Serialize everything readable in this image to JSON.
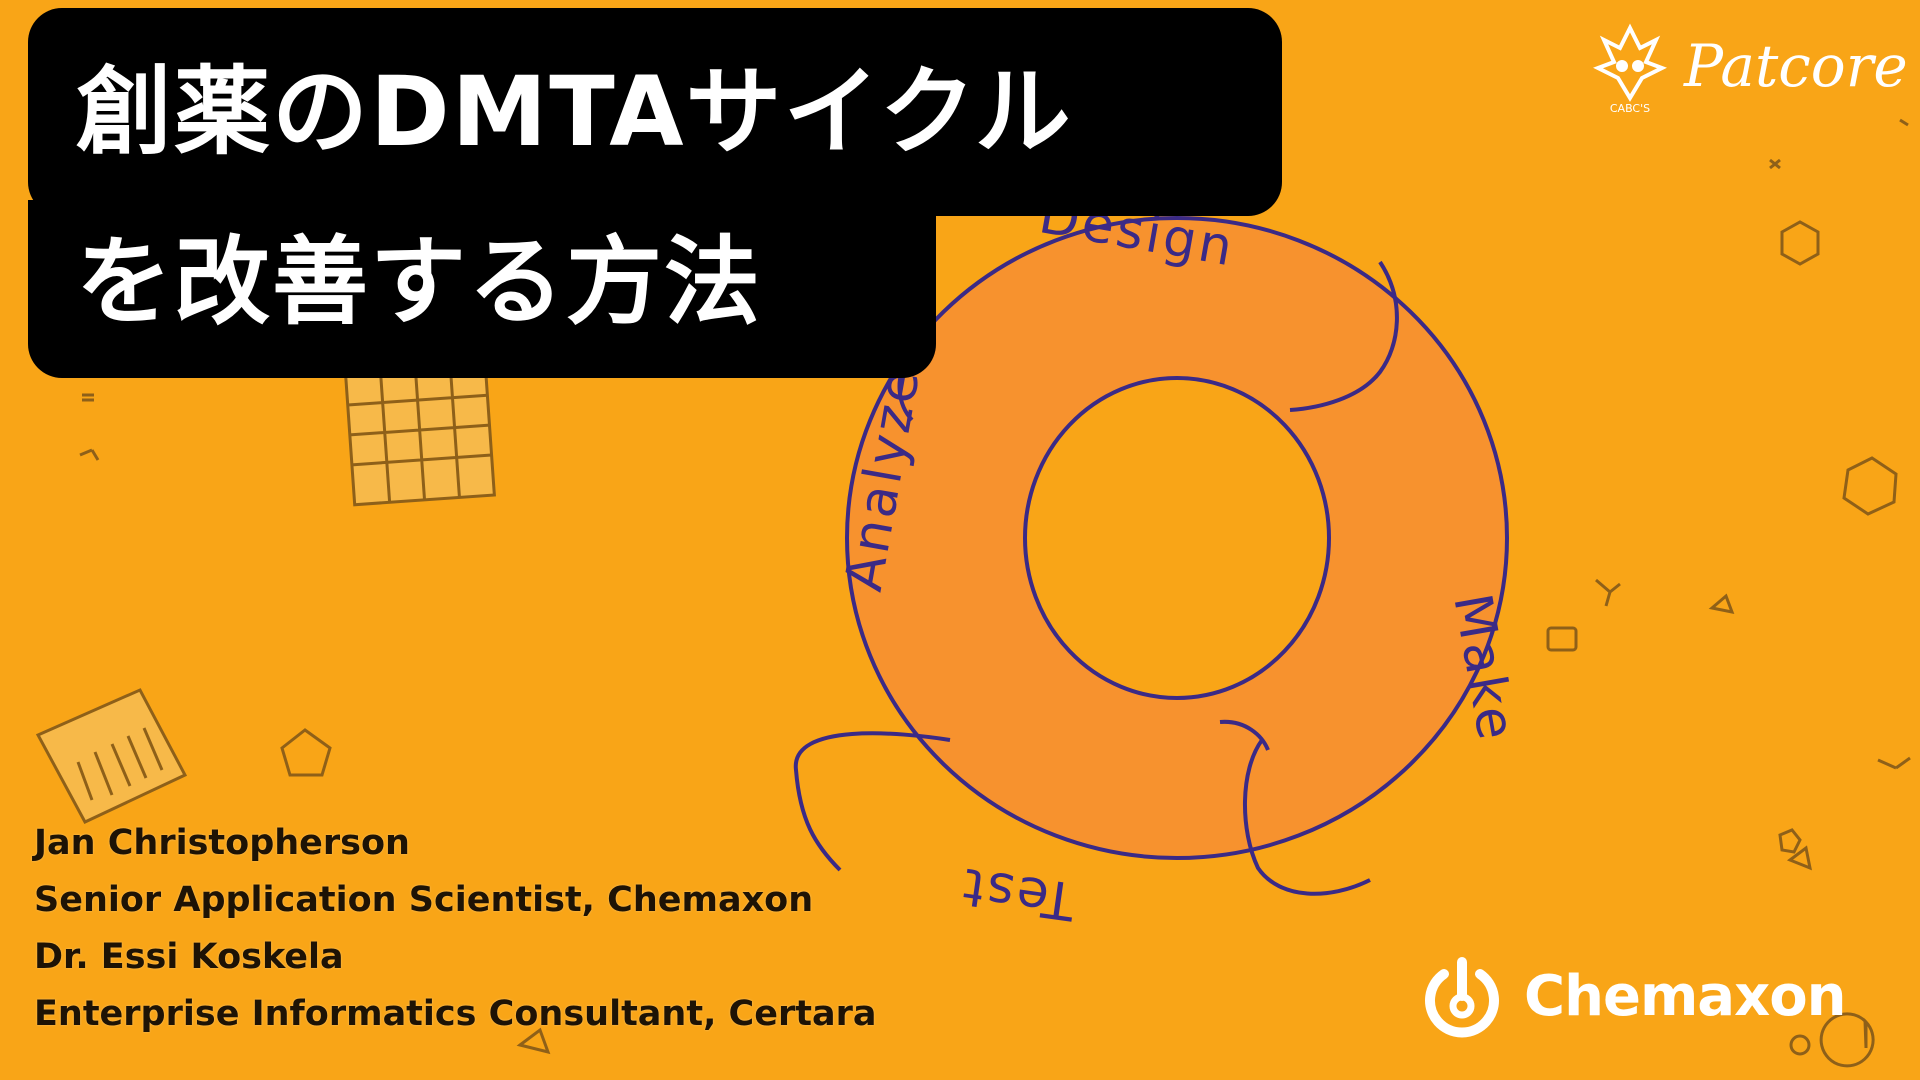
{
  "title": {
    "line1": "創薬のDMTAサイクル",
    "line2": "を改善する方法"
  },
  "cycle": {
    "stages": [
      "Design",
      "Make",
      "Test",
      "Analyze"
    ]
  },
  "speakers": [
    {
      "name": "Jan Christopherson",
      "role": "Senior Application Scientist, Chemaxon"
    },
    {
      "name": "Dr. Essi Koskela",
      "role": "Enterprise Informatics Consultant, Certara"
    }
  ],
  "logos": {
    "chemaxon": "Chemaxon",
    "patcore": "Patcore",
    "patcore_emblem_text": "CABC'S",
    "chemaxon_icon": "power-ring-icon",
    "patcore_icon": "dragon-crest-icon"
  },
  "colors": {
    "background": "#F9A517",
    "ring_fill": "#F7922E",
    "outline": "#3B2A86",
    "title_box": "#000000",
    "title_text": "#FFFFFF"
  }
}
